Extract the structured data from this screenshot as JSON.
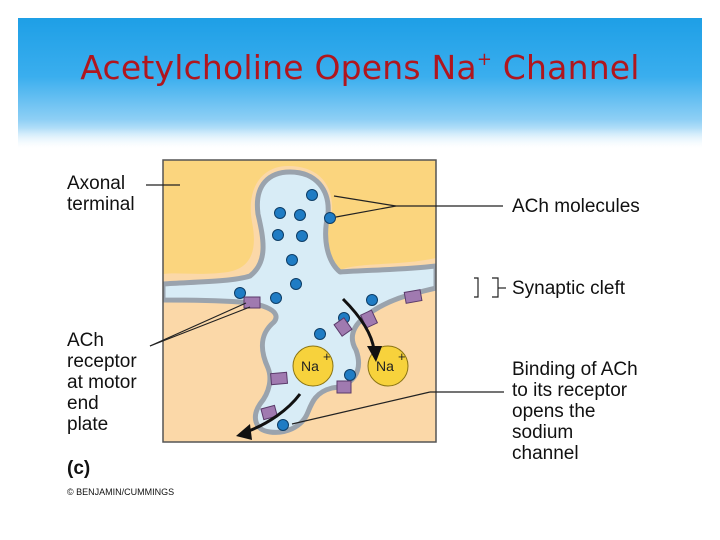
{
  "title": {
    "main": "Acetylcholine Opens Na",
    "superscript": "+",
    "tail": " Channel"
  },
  "labels": {
    "axonal_terminal": [
      "Axonal",
      "terminal"
    ],
    "ach_molecules": "ACh molecules",
    "synaptic_cleft": "Synaptic cleft",
    "ach_receptor": [
      "ACh",
      "receptor",
      "at motor",
      "end",
      "plate"
    ],
    "binding": [
      "Binding of ACh",
      "to its receptor",
      "opens the",
      "sodium",
      "channel"
    ],
    "panel": "(c)",
    "copyright": "© BENJAMIN/CUMMINGS"
  },
  "ions": {
    "left": "Na",
    "right": "Na",
    "charge": "+"
  },
  "colors": {
    "title": "#b0161e",
    "banner": "#1e9fe6",
    "terminal": "#fbd57e",
    "muscle": "#fbd8a8",
    "cleft": "#d8ecf6",
    "ach": "#1f7cc4",
    "receptor": "#a07ab0",
    "ion": "#f7d23c"
  }
}
